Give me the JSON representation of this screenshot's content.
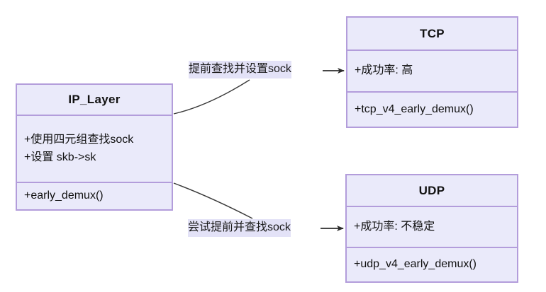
{
  "diagram": {
    "type": "uml-class-diagram",
    "colors": {
      "box_fill": "#eaeafa",
      "box_border": "#b39ddb",
      "text": "#111111",
      "edge_line": "#3a3a3a",
      "label_highlight": "#e3e2f7",
      "background": "#ffffff"
    },
    "classes": [
      {
        "id": "ip_layer",
        "title": "IP_Layer",
        "attributes": [
          "+使用四元组查找sock",
          "+设置 skb->sk"
        ],
        "operations": [
          "+early_demux()"
        ]
      },
      {
        "id": "tcp",
        "title": "TCP",
        "attributes": [
          "+成功率: 高"
        ],
        "operations": [
          "+tcp_v4_early_demux()"
        ]
      },
      {
        "id": "udp",
        "title": "UDP",
        "attributes": [
          "+成功率: 不稳定"
        ],
        "operations": [
          "+udp_v4_early_demux()"
        ]
      }
    ],
    "edges": [
      {
        "id": "ip-to-tcp",
        "from": "ip_layer",
        "to": "tcp",
        "label": "提前查找并设置sock",
        "arrow": "filled-open"
      },
      {
        "id": "ip-to-udp",
        "from": "ip_layer",
        "to": "udp",
        "label": "尝试提前并查找sock",
        "arrow": "filled-open"
      }
    ]
  }
}
